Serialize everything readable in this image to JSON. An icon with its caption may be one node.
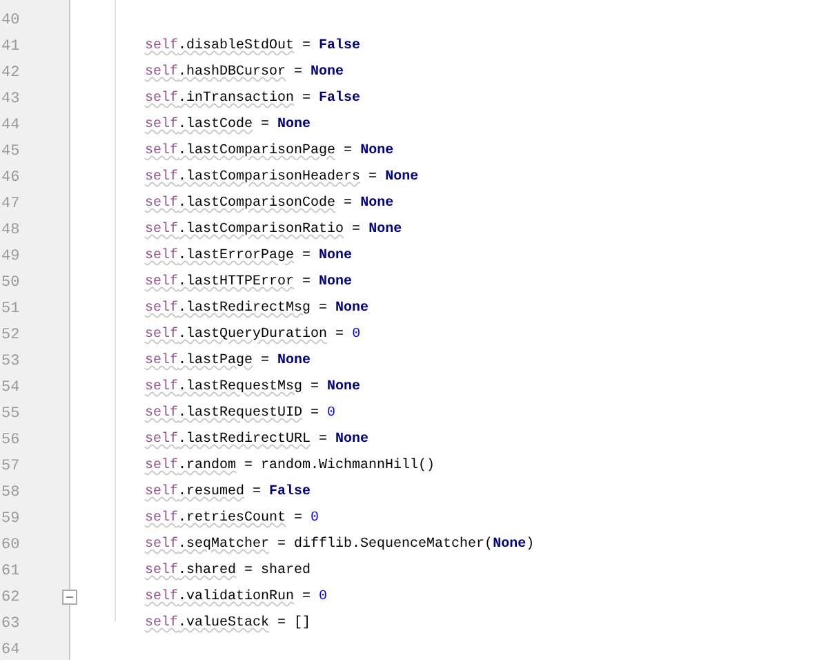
{
  "diagram": {
    "labels": [
      "40",
      "41",
      "self.disableStdOut = False",
      "42",
      "self.hashDBCursor = None",
      "43",
      "self.inTransaction = False",
      "44",
      "self.lastCode = None",
      "45",
      "self.lastComparisonPage = None",
      "46",
      "self.lastComparisonHeaders = None",
      "47",
      "self.lastComparisonCode = None",
      "48",
      "self.lastComparisonRatio = None",
      "49",
      "self.lastErrorPage = None",
      "50",
      "self.lastHTTPError = None",
      "51",
      "self.lastRedirectMsg = None",
      "52",
      "self.lastQueryDuration = 0",
      "53",
      "self.lastPage = None",
      "54",
      "self.lastRequestMsg = None",
      "55",
      "self.lastRequestUID = 0",
      "56",
      "self.lastRedirectURL = None",
      "57",
      "self.random = random.WichmannHill()",
      "58",
      "self.resumed = False",
      "59",
      "self.retriesCount = 0",
      "60",
      "self.seqMatcher = difflib.SequenceMatcher(None)",
      "61",
      "self.shared = shared",
      "62",
      "self.validationRun = 0",
      "63",
      "self.valueStack = []",
      "64"
    ]
  }
}
